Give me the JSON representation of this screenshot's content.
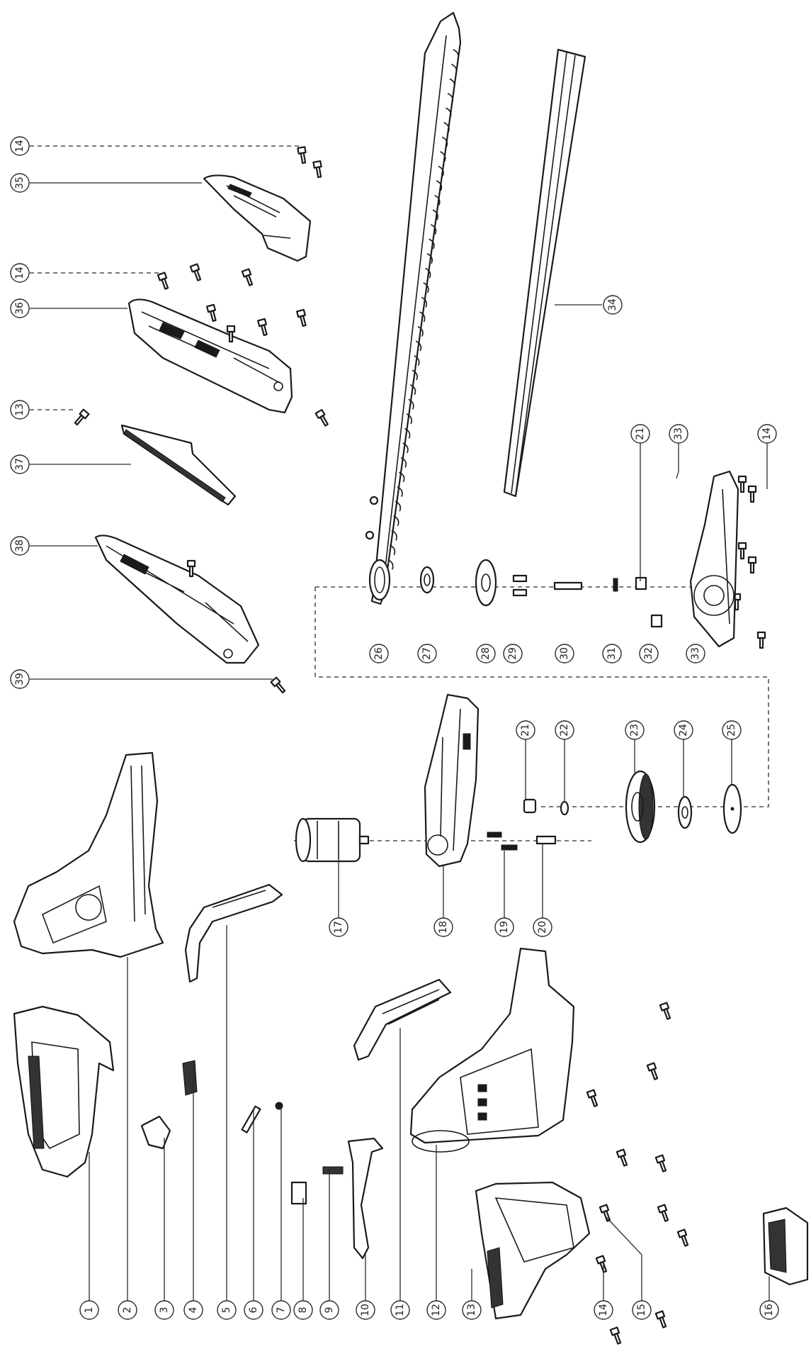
{
  "callouts": {
    "c1": "1",
    "c2": "2",
    "c3": "3",
    "c4": "4",
    "c5": "5",
    "c6": "6",
    "c7": "7",
    "c8": "8",
    "c9": "9",
    "c10": "10",
    "c11": "11",
    "c12": "12",
    "c13": "13",
    "c14a": "14",
    "c15": "15",
    "c16": "16",
    "c17": "17",
    "c18": "18",
    "c19": "19",
    "c20": "20",
    "c21": "21",
    "c22": "22",
    "c23": "23",
    "c24": "24",
    "c25": "25",
    "c26": "26",
    "c27": "27",
    "c28": "28",
    "c29": "29",
    "c30": "30",
    "c31": "31",
    "c32": "32",
    "c33": "33",
    "c34": "34",
    "c35": "35",
    "c36": "36",
    "c37": "37",
    "c38": "38",
    "c39": "39",
    "c33b": "33",
    "c21b": "21",
    "c14b": "14",
    "c14c": "14",
    "c14d": "14",
    "c13b": "13",
    "c15b": "15"
  }
}
